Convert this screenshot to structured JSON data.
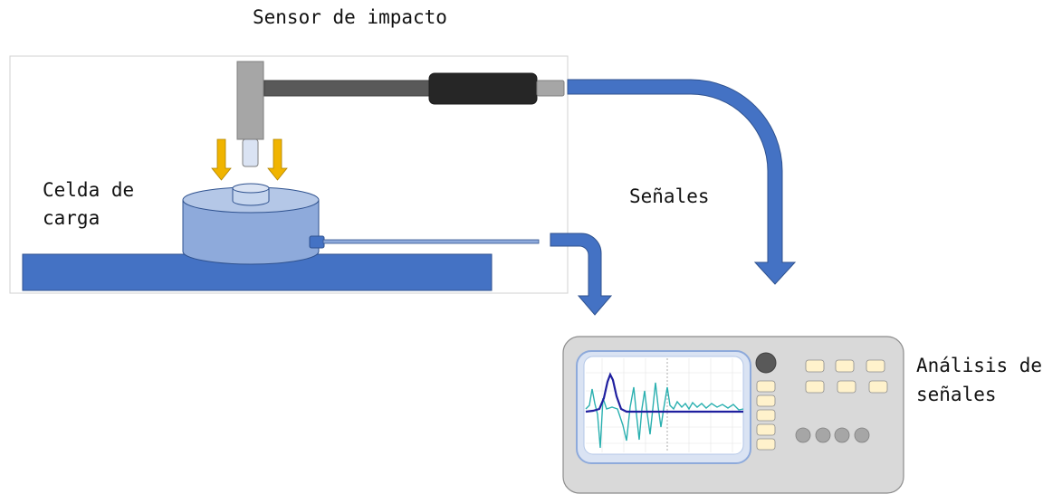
{
  "labels": {
    "impact_sensor": "Sensor de impacto",
    "load_cell_line1": "Celda de",
    "load_cell_line2": "carga",
    "signals": "Señales",
    "analysis_line1": "Análisis de",
    "analysis_line2": "señales"
  },
  "colors": {
    "base_plate": "#4472c4",
    "load_cell_body": "#8eaadb",
    "arrows": "#4472c4",
    "hammer_head": "#a6a6a6",
    "hammer_shaft": "#595959",
    "hammer_grip": "#262626",
    "force_arrows": "#f0b400",
    "scope_body": "#d9d9d9",
    "scope_screen": "#ffffff",
    "scope_buttons": "#fff2cc",
    "trace_blue": "#1f1f9f",
    "trace_teal": "#2ab0b0"
  },
  "icons": [
    "impact-hammer-icon",
    "load-cell-icon",
    "oscilloscope-icon"
  ]
}
